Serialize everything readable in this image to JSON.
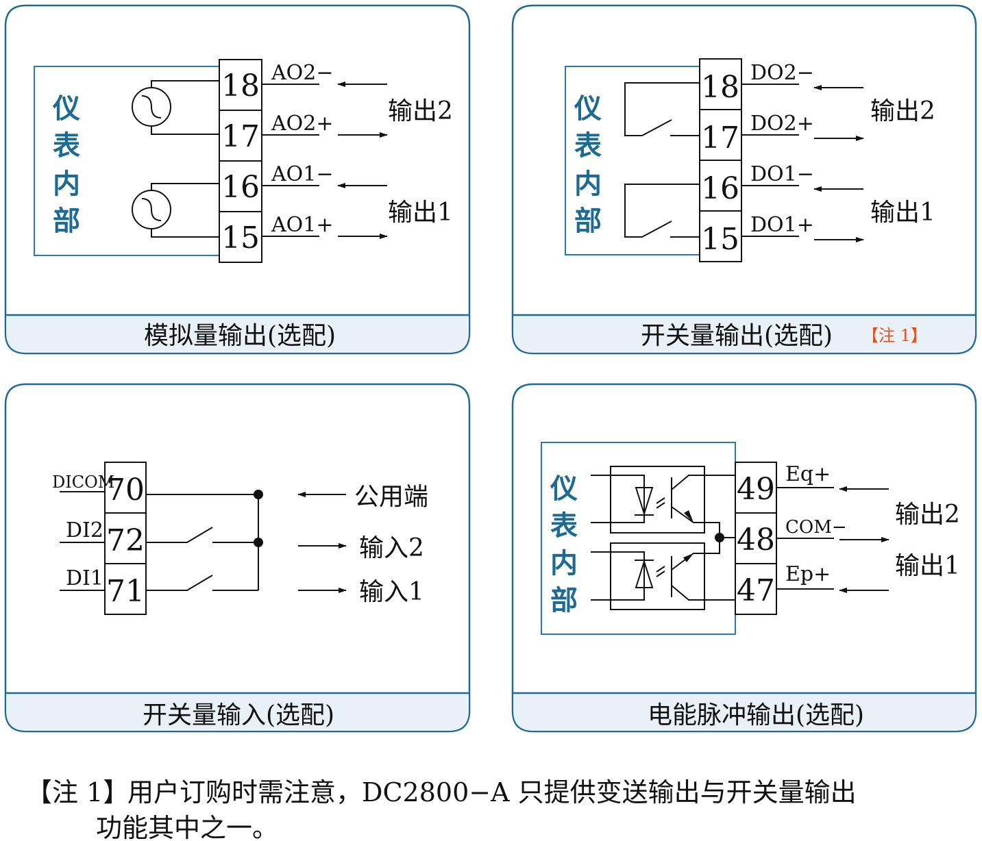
{
  "colors": {
    "border": "#1d6a93",
    "label_bg": "#eaf0f8",
    "note": "#e0501e"
  },
  "inner_label": [
    "仪",
    "表",
    "内",
    "部"
  ],
  "panels": {
    "analog_output": {
      "caption": "模拟量输出(选配)",
      "terminals": [
        "18",
        "17",
        "16",
        "15"
      ],
      "signals": [
        "AO2−",
        "AO2+",
        "AO1−",
        "AO1+"
      ],
      "groups": [
        "输出2",
        "输出1"
      ]
    },
    "switch_output": {
      "caption": "开关量输出(选配)",
      "note": "【注 1】",
      "terminals": [
        "18",
        "17",
        "16",
        "15"
      ],
      "signals": [
        "DO2−",
        "DO2+",
        "DO1−",
        "DO1+"
      ],
      "groups": [
        "输出2",
        "输出1"
      ]
    },
    "switch_input": {
      "caption": "开关量输入(选配)",
      "terminals": [
        "70",
        "72",
        "71"
      ],
      "signals": [
        "DICOM",
        "DI2",
        "DI1"
      ],
      "groups": [
        "公用端",
        "输入2",
        "输入1"
      ]
    },
    "pulse_output": {
      "caption": "电能脉冲输出(选配)",
      "terminals": [
        "49",
        "48",
        "47"
      ],
      "signals": [
        "Eq+",
        "COM−",
        "Ep+"
      ],
      "groups": [
        "输出2",
        "输出1"
      ]
    }
  },
  "footnote": {
    "mark": "【注 1】",
    "line1": "用户订购时需注意，DC2800−A 只提供变送输出与开关量输出",
    "line2": "功能其中之一。"
  }
}
